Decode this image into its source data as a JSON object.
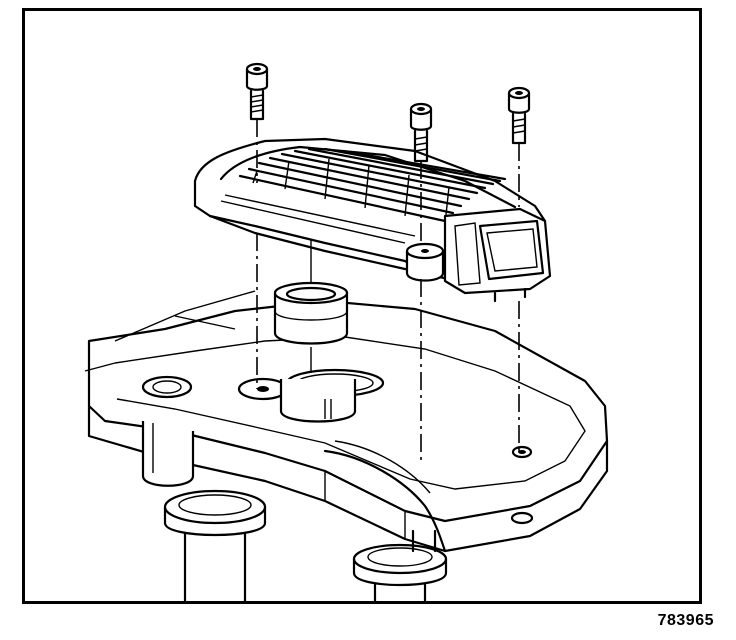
{
  "figure": {
    "number": "783965",
    "colors": {
      "line": "#000000",
      "background": "#ffffff"
    },
    "parts": [
      "bolt-left",
      "bolt-center",
      "bolt-right",
      "ignition-control-module",
      "module-connector",
      "seal-gasket",
      "mounting-bracket",
      "coil-tower-left",
      "coil-tower-right"
    ]
  }
}
